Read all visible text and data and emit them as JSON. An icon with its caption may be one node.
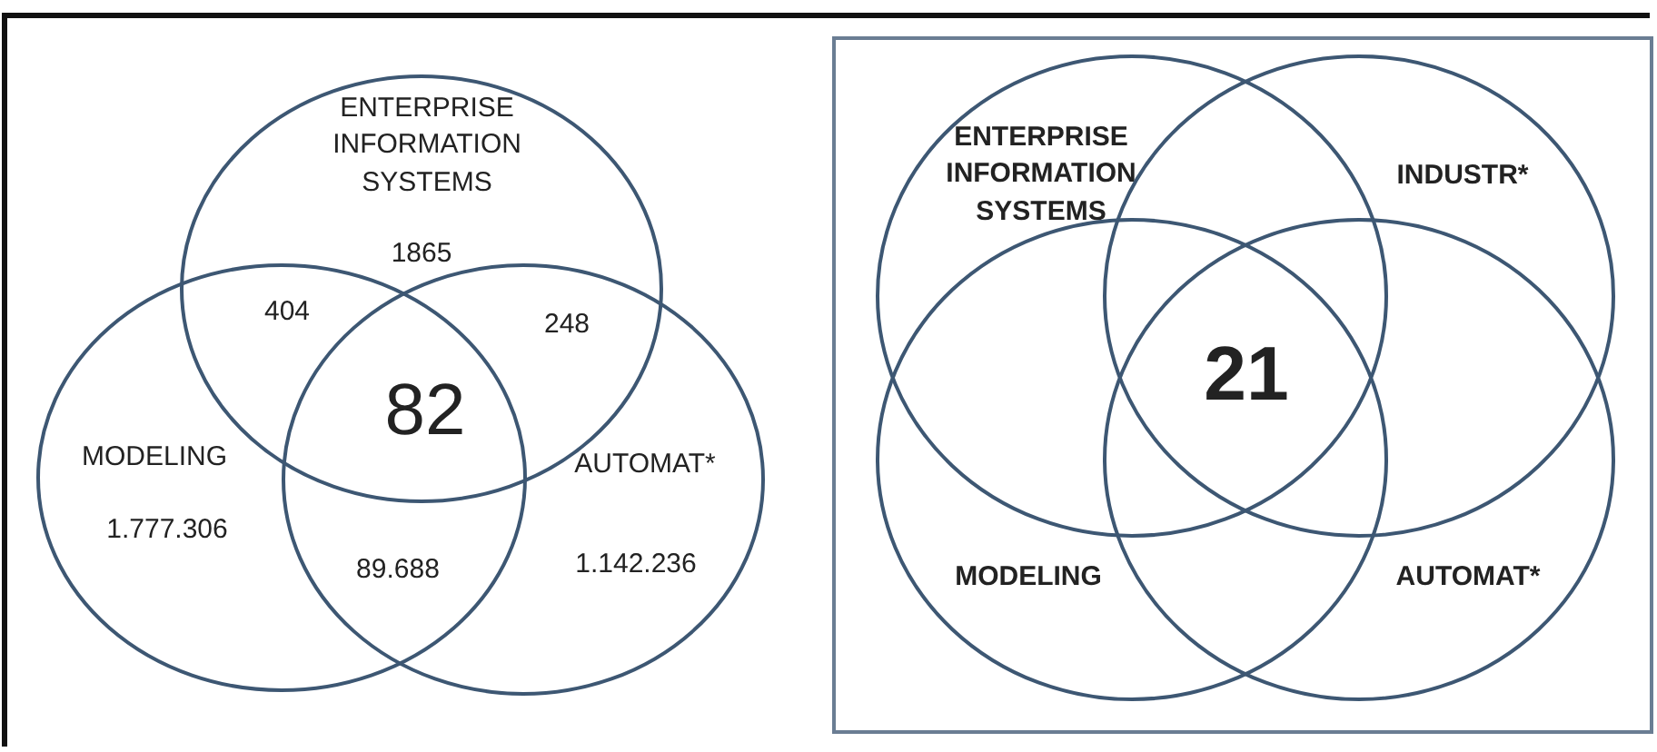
{
  "diagram": {
    "nodes": [
      {
        "text": [
          "ENTERPRISE INFORMATION SYSTEMS",
          "1865"
        ]
      },
      {
        "text": [
          "MODELING",
          "1.777.306"
        ]
      },
      {
        "text": [
          "AUTOMAT*",
          "1.142.236"
        ]
      },
      {
        "text": [
          "ENTERPRISE INFORMATION SYSTEMS"
        ]
      },
      {
        "text": [
          "INDUSTR*"
        ]
      },
      {
        "text": [
          "MODELING"
        ]
      },
      {
        "text": [
          "AUTOMAT*"
        ]
      }
    ],
    "edges": [],
    "labels": [
      "404",
      "248",
      "82",
      "89.688",
      "21"
    ]
  }
}
